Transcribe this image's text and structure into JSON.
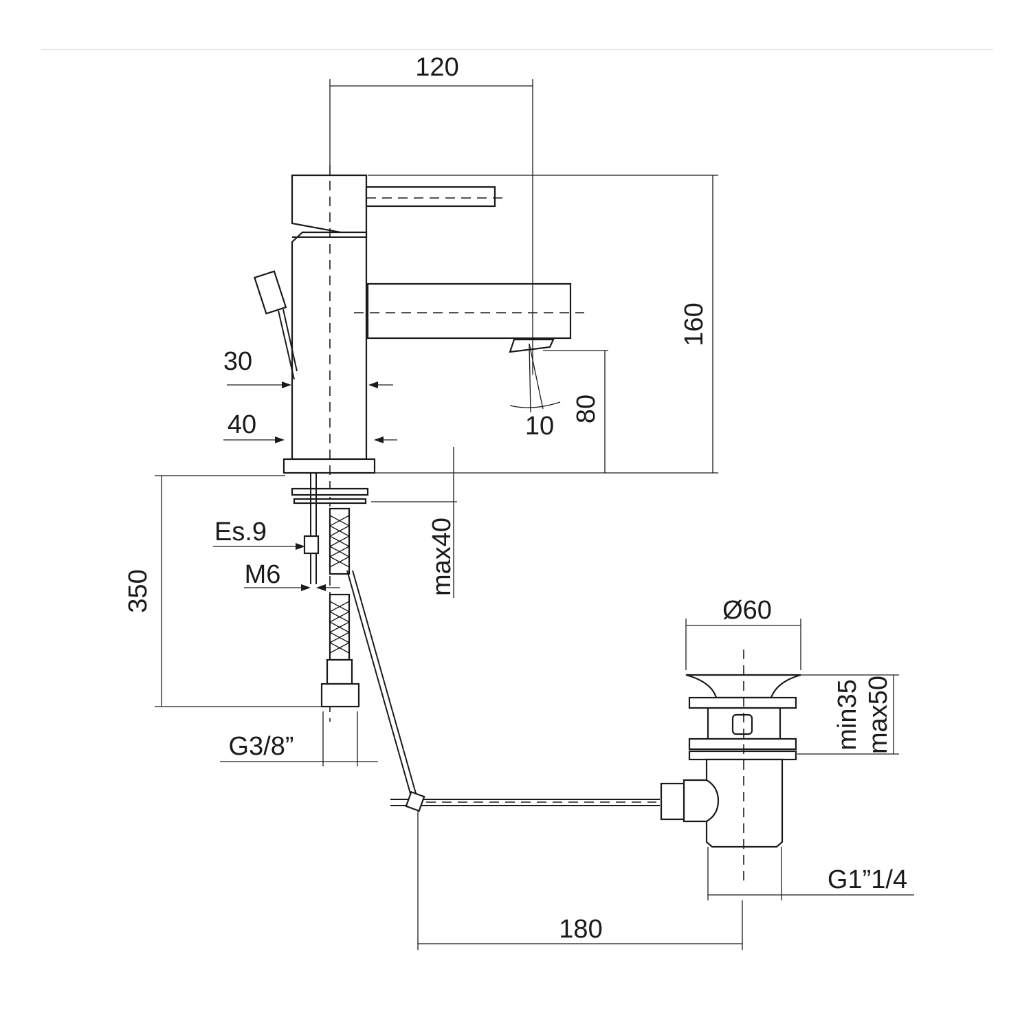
{
  "drawing": {
    "title": "Basin mixer with pop-up waste – technical dimensions",
    "line_color": "#1a1a1a",
    "dimensions": {
      "spout_reach": "120",
      "total_height": "160",
      "lever_clearance": "30",
      "body_width": "40",
      "spout_height": "80",
      "spout_angle": "10",
      "hose_length": "350",
      "nut_size": "Es.9",
      "rod_thread": "M6",
      "max_deck_thickness": "max40",
      "waste_diameter": "Ø60",
      "waste_min": "min35",
      "waste_max": "max50",
      "hose_thread": "G3/8”",
      "waste_thread": "G1”1/4",
      "rod_length": "180"
    }
  }
}
